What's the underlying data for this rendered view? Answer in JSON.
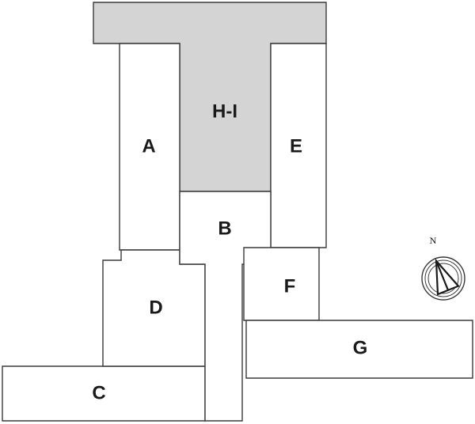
{
  "blocks": {
    "hi": {
      "label": "H-I",
      "fill": "#d4d4d4"
    },
    "a": {
      "label": "A"
    },
    "e": {
      "label": "E"
    },
    "b": {
      "label": "B"
    },
    "d": {
      "label": "D"
    },
    "f": {
      "label": "F"
    },
    "g": {
      "label": "G"
    },
    "c": {
      "label": "C"
    }
  },
  "compass": {
    "north_label": "N"
  }
}
